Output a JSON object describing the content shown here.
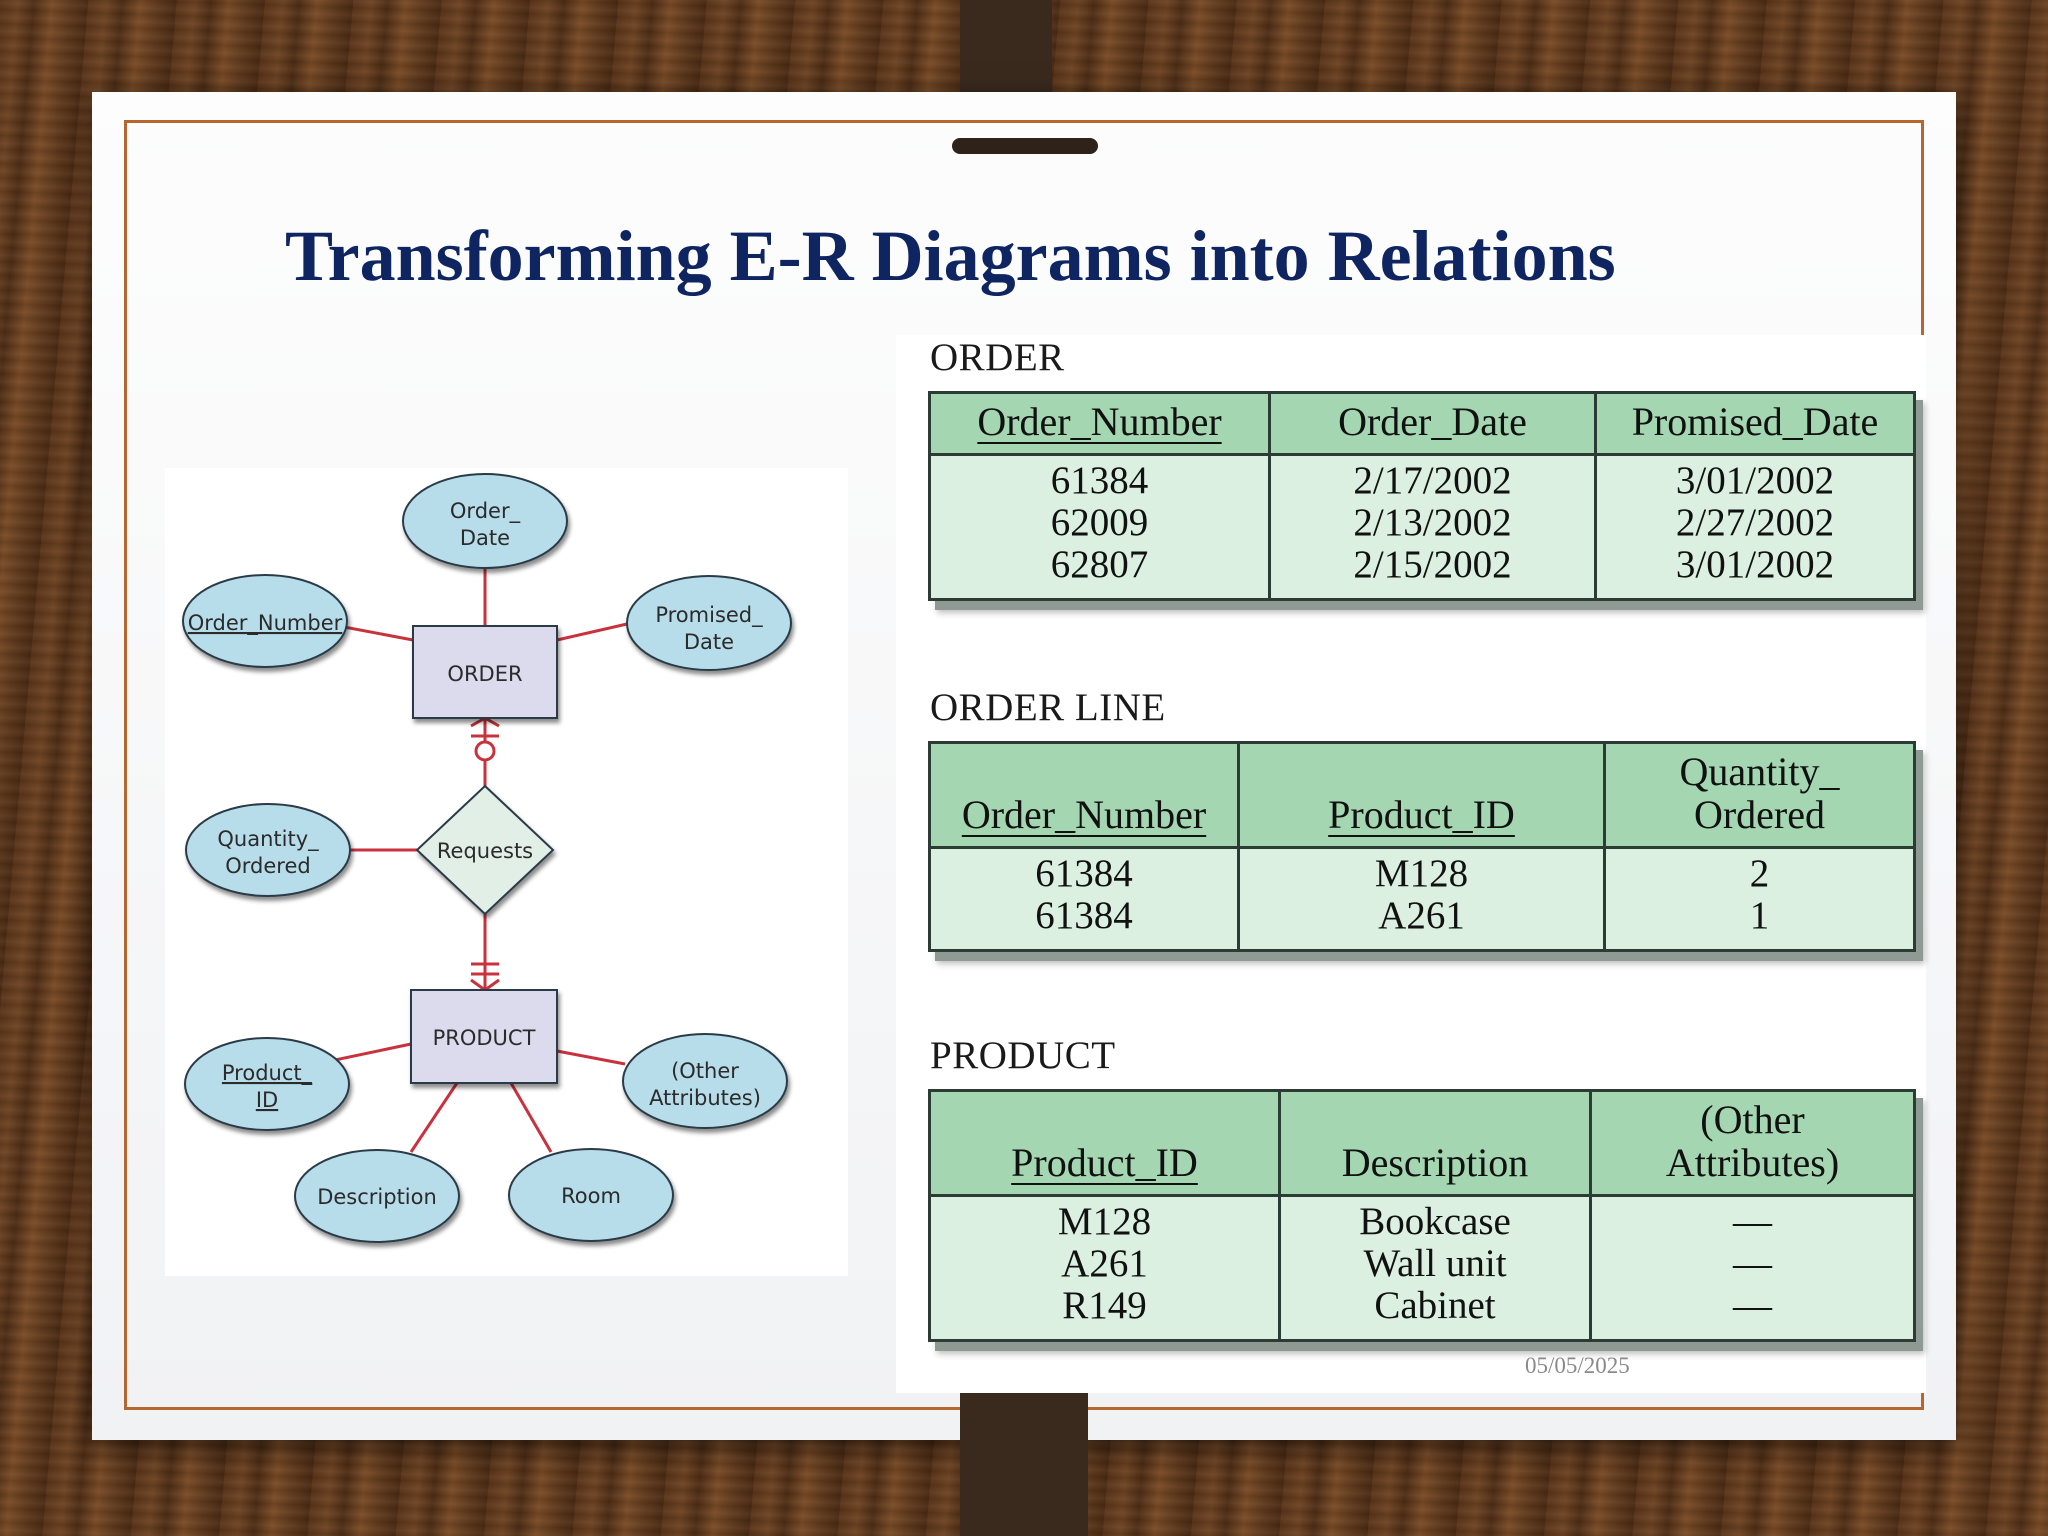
{
  "slide": {
    "title": "Transforming E-R Diagrams into Relations",
    "date": "05/05/2025"
  },
  "er_diagram": {
    "entities": {
      "order": "ORDER",
      "product": "PRODUCT"
    },
    "relationship": "Requests",
    "attributes": {
      "order_date": [
        "Order_",
        "Date"
      ],
      "order_number": "Order_Number",
      "promised_date": [
        "Promised_",
        "Date"
      ],
      "quantity_ordered": [
        "Quantity_",
        "Ordered"
      ],
      "product_id": [
        "Product_",
        "ID"
      ],
      "other_attributes": [
        "(Other",
        "Attributes)"
      ],
      "description": "Description",
      "room": "Room"
    },
    "colors": {
      "attribute_fill": "#b7dcea",
      "entity_fill": "#dcdaed",
      "relationship_fill": "#e2efe6",
      "connector": "#c8323d"
    }
  },
  "tables": {
    "order": {
      "caption": "ORDER",
      "headers": [
        "Order_Number",
        "Order_Date",
        "Promised_Date"
      ],
      "rows": [
        [
          "61384",
          "2/17/2002",
          "3/01/2002"
        ],
        [
          "62009",
          "2/13/2002",
          "2/27/2002"
        ],
        [
          "62807",
          "2/15/2002",
          "3/01/2002"
        ]
      ]
    },
    "order_line": {
      "caption": "ORDER LINE",
      "headers": [
        "Order_Number",
        "Product_ID",
        [
          "Quantity_",
          "Ordered"
        ]
      ],
      "rows": [
        [
          "61384",
          "M128",
          "2"
        ],
        [
          "61384",
          "A261",
          "1"
        ]
      ]
    },
    "product": {
      "caption": "PRODUCT",
      "headers": [
        "Product_ID",
        "Description",
        [
          "(Other",
          "Attributes)"
        ]
      ],
      "rows": [
        [
          "M128",
          "Bookcase",
          "—"
        ],
        [
          "A261",
          "Wall unit",
          "—"
        ],
        [
          "R149",
          "Cabinet",
          "—"
        ]
      ]
    },
    "colors": {
      "header_fill": "#a3d6b1",
      "body_fill": "#dbf0e1"
    }
  }
}
